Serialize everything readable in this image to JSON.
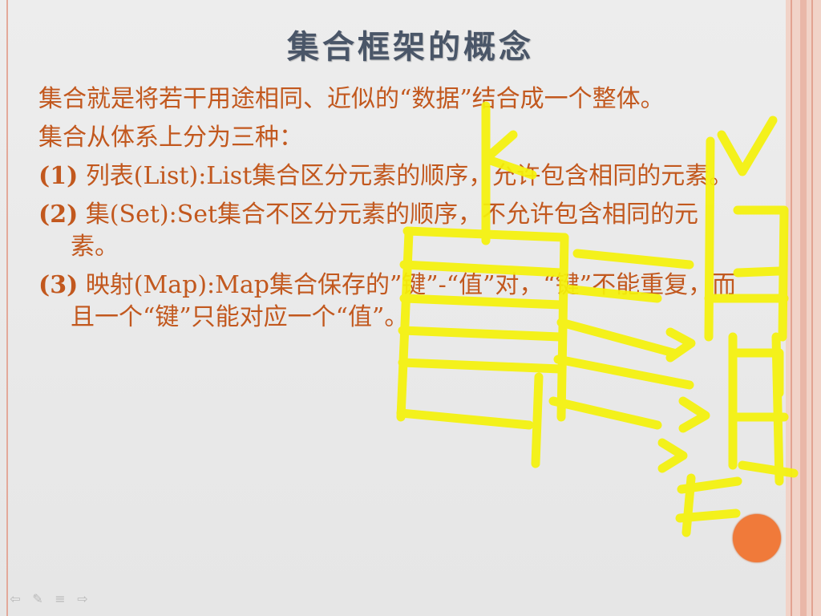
{
  "slide": {
    "title": "集合框架的概念",
    "paragraphs": [
      {
        "num": "",
        "text": "集合就是将若干用途相同、近似的“数据”结合成一个整体。"
      },
      {
        "num": "",
        "text": "集合从体系上分为三种："
      },
      {
        "num": "(1)",
        "text": "列表(List):List集合区分元素的顺序，允许包含相同的元素。"
      },
      {
        "num": "(2)",
        "text": "集(Set):Set集合不区分元素的顺序，不允许包含相同的元素。"
      },
      {
        "num": "(3)",
        "text": "映射(Map):Map集合保存的”键”-“值”对，“键”不能重复，而且一个“键”只能对应一个“值”。"
      }
    ]
  },
  "colors": {
    "title": "#4a5668",
    "body": "#c2581e",
    "highlighter": "#f5f20a",
    "dot": "#f07a3a",
    "border": "#e3a99a"
  },
  "toolbar": {
    "items": [
      {
        "name": "prev-arrow-icon",
        "glyph": "⇦"
      },
      {
        "name": "pen-icon",
        "glyph": "✎"
      },
      {
        "name": "menu-icon",
        "glyph": "≡"
      },
      {
        "name": "next-arrow-icon",
        "glyph": "⇨"
      }
    ]
  }
}
